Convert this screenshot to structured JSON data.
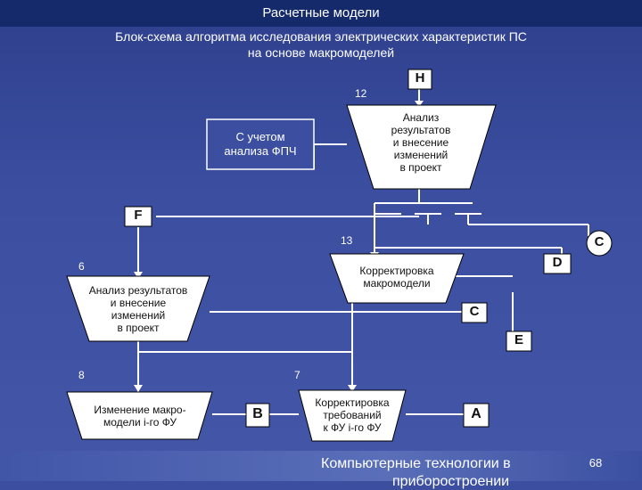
{
  "header": {
    "title": "Расчетные модели"
  },
  "subtitle": {
    "line1": "Блок-схема алгоритма исследования электрических характеристик ПС",
    "line2": "на основе макромоделей"
  },
  "connectors": {
    "h": "H",
    "f": "F",
    "d": "D",
    "c_right": "C",
    "c_mid": "C",
    "e": "E",
    "b": "B",
    "a": "A"
  },
  "numbers": {
    "n12": "12",
    "n13": "13",
    "n6": "6",
    "n8": "8",
    "n7": "7"
  },
  "blocks": {
    "analysis_top": [
      "Анализ",
      "результатов",
      "и внесение",
      "изменений",
      "в проект"
    ],
    "fpch_note": [
      "С учетом",
      "анализа ФПЧ"
    ],
    "correction_macro": [
      "Корректировка",
      "макромодели"
    ],
    "analysis_left": [
      "Анализ результатов",
      "и внесение",
      "изменений",
      "в проект"
    ],
    "change_macro": [
      "Изменение макро-",
      "модели i-го ФУ"
    ],
    "correction_req": [
      "Корректировка",
      "требований",
      "к ФУ i-го ФУ"
    ]
  },
  "footer": {
    "line1": "Компьютерные технологии в",
    "line2": "приборостроении",
    "page": "68"
  },
  "colors": {
    "block_fill": "#ffffff",
    "line": "#ffffff",
    "background": "#3b4ea0"
  }
}
